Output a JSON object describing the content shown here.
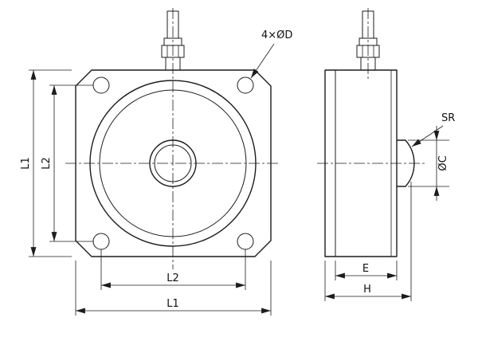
{
  "drawing": {
    "background": "#ffffff",
    "line_color": "#1c1c1c",
    "front_view": {
      "holes_callout": "4×ØD",
      "dim_outer_height": "L1",
      "dim_inner_height": "L2",
      "dim_inner_width": "L2",
      "dim_outer_width": "L1"
    },
    "side_view": {
      "sphere_radius_label": "SR",
      "button_diameter_label": "ØC",
      "dim_body_depth": "E",
      "dim_overall_depth": "H"
    }
  }
}
